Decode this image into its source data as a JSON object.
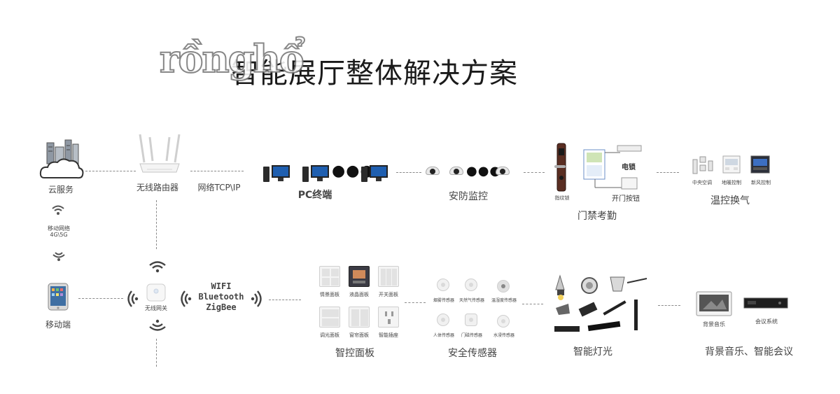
{
  "diagram": {
    "title": "智能展厅整体解决方案",
    "watermark": "rồnghổ",
    "nodes": {
      "cloud": "云服务",
      "router": "无线路由器",
      "network": "网络TCP\\IP",
      "mobile_network_line1": "移动网络",
      "mobile_network_line2": "4G\\5G",
      "mobile": "移动端",
      "gateway": "无线网关",
      "protocols": [
        "WIFI",
        "Bluetooth",
        "ZigBee"
      ],
      "pc": "PC终端",
      "security_monitor": "安防监控",
      "access_control": "门禁考勤",
      "hvac": "温控换气",
      "smart_panel": "智控面板",
      "security_sensor": "安全传感器",
      "smart_light": "智能灯光",
      "music_meeting": "背景音乐、智能会议"
    },
    "access_sub": {
      "fingerprint": "指纹锁",
      "power": "电锁",
      "button": "开门按钮"
    },
    "hvac_sub": [
      "中央空调",
      "地暖控制",
      "新风控制"
    ],
    "panel_sub": [
      "情景面板",
      "液晶面板",
      "开关面板",
      "调光面板",
      "窗帘面板",
      "智能插座"
    ],
    "sensor_sub": [
      "烟雾传感器",
      "天然气传感器",
      "温湿度传感器",
      "人体传感器",
      "门磁传感器",
      "水浸传感器"
    ],
    "music_sub": [
      "背景音乐",
      "会议系统"
    ]
  }
}
